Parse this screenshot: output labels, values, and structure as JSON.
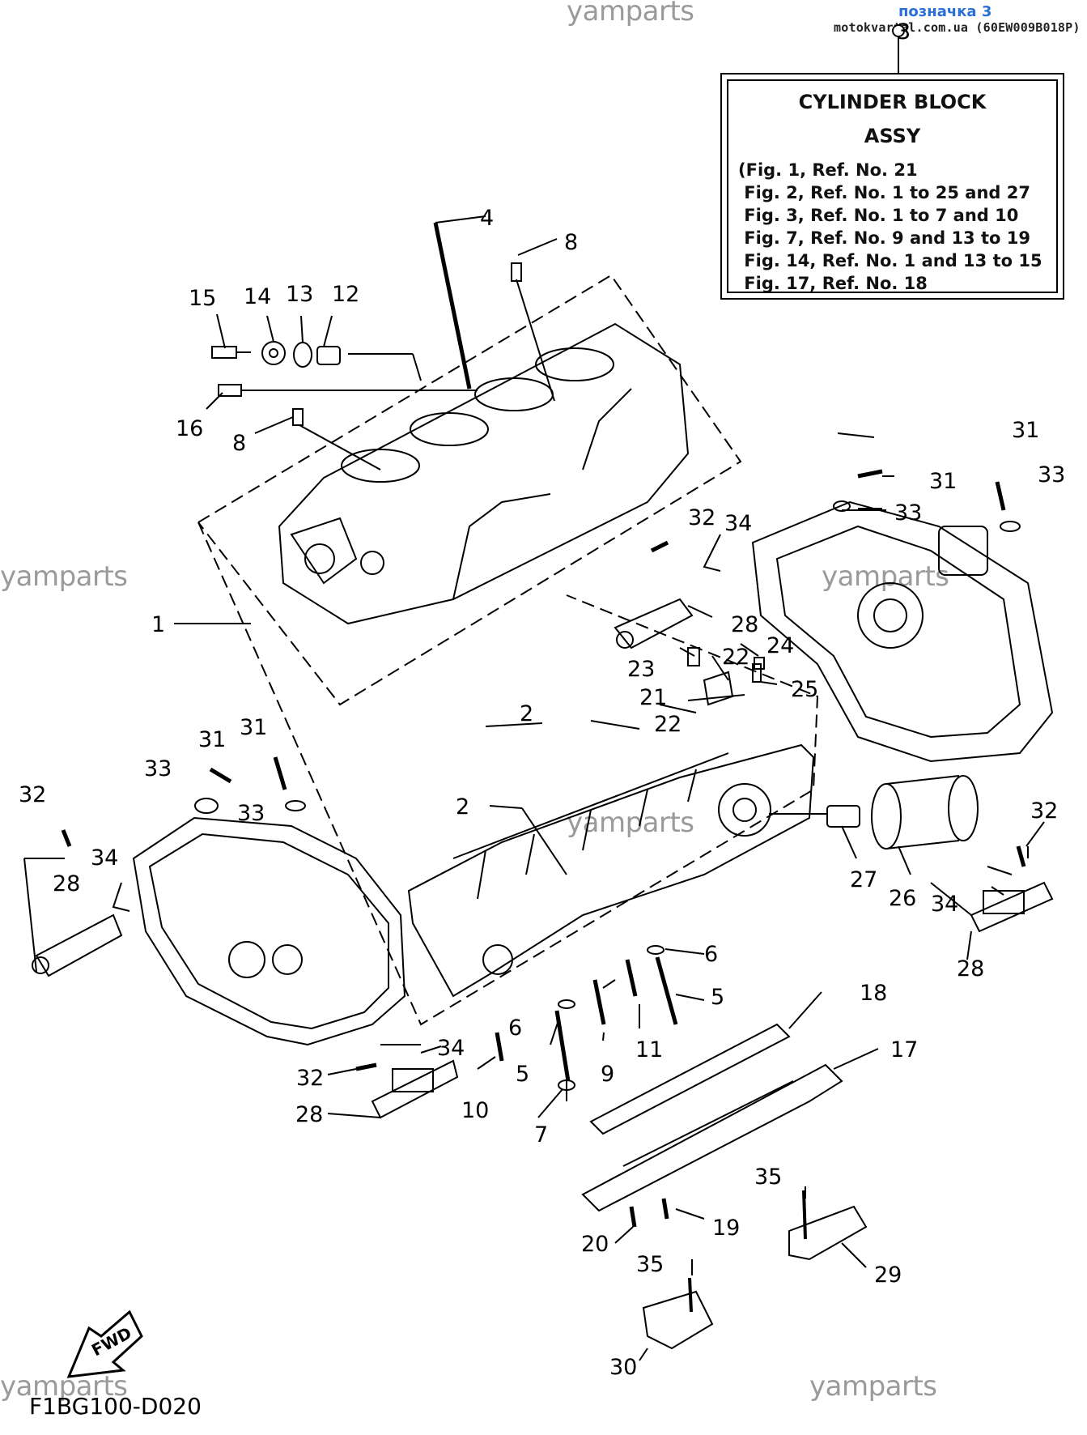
{
  "header": {
    "tag_link": "позначка 3",
    "site_text": "motokvartal.com.ua (60EW009B018P)"
  },
  "watermarks": [
    "yamparts",
    "yamparts",
    "yamparts",
    "yamparts",
    "yamparts",
    "yamparts"
  ],
  "assembly_box": {
    "callout": "3",
    "title_line1": "CYLINDER BLOCK",
    "title_line2": "ASSY",
    "lines": [
      "(Fig. 1, Ref. No. 21",
      " Fig. 2, Ref. No. 1 to 25 and 27",
      " Fig. 3, Ref. No. 1 to 7 and 10",
      " Fig. 7, Ref. No. 9 and 13 to 19",
      " Fig. 14, Ref. No. 1 and 13 to 15",
      " Fig. 17, Ref. No. 18"
    ]
  },
  "fwd_label": "FWD",
  "figure_code": "F1BG100-D020",
  "callouts": [
    "1",
    "2",
    "2",
    "4",
    "5",
    "5",
    "6",
    "6",
    "7",
    "8",
    "8",
    "9",
    "10",
    "11",
    "12",
    "13",
    "14",
    "15",
    "16",
    "17",
    "18",
    "19",
    "20",
    "21",
    "22",
    "22",
    "23",
    "24",
    "25",
    "26",
    "27",
    "28",
    "28",
    "28",
    "28",
    "29",
    "30",
    "31",
    "31",
    "31",
    "31",
    "32",
    "32",
    "32",
    "32",
    "33",
    "33",
    "33",
    "33",
    "34",
    "34",
    "34",
    "34",
    "35",
    "35"
  ]
}
